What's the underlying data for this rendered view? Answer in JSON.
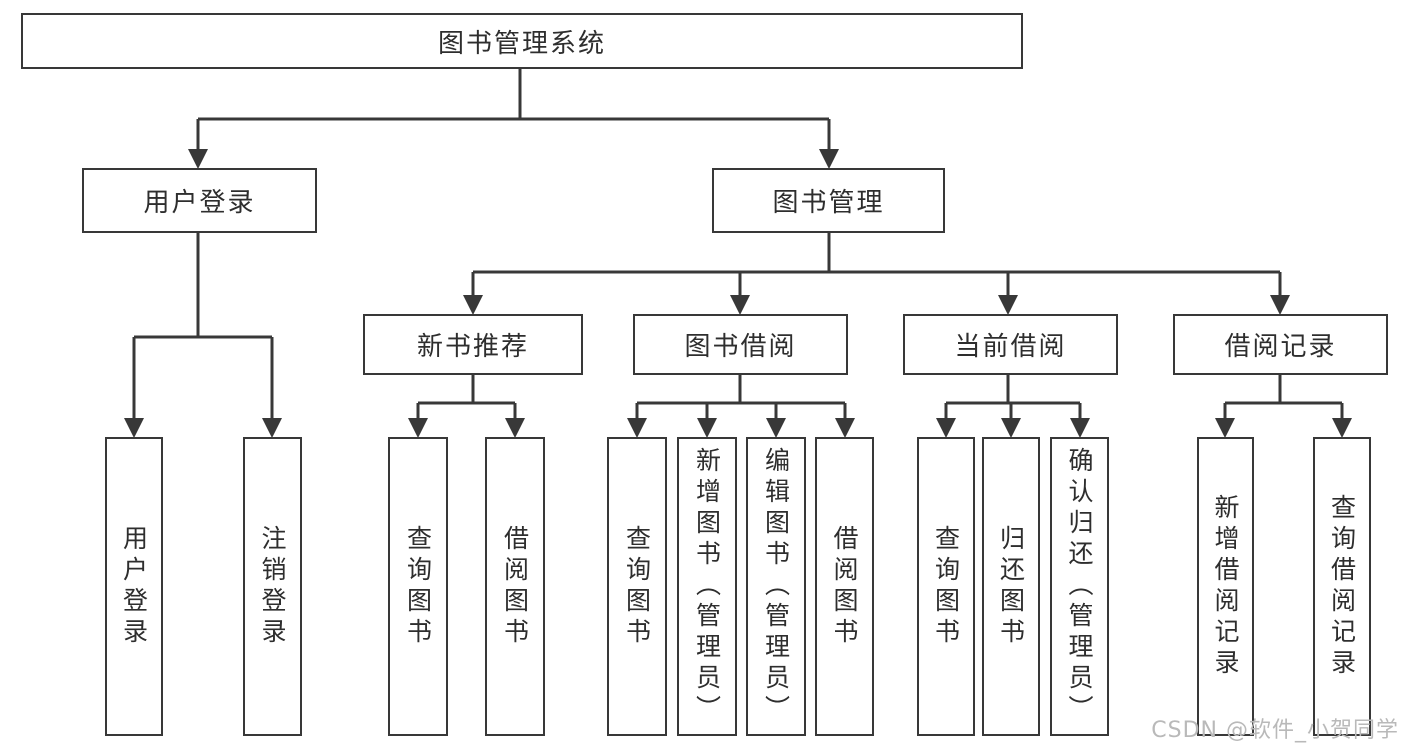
{
  "tree": {
    "root": {
      "label": "图书管理系统"
    },
    "login_branch": {
      "label": "用户登录",
      "children": [
        {
          "label": "用户登录"
        },
        {
          "label": "注销登录"
        }
      ]
    },
    "mgmt_branch": {
      "label": "图书管理",
      "sections": [
        {
          "label": "新书推荐",
          "children": [
            {
              "label": "查询图书"
            },
            {
              "label": "借阅图书"
            }
          ]
        },
        {
          "label": "图书借阅",
          "children": [
            {
              "label": "查询图书"
            },
            {
              "label": "新增图书（管理员）"
            },
            {
              "label": "编辑图书（管理员）"
            },
            {
              "label": "借阅图书"
            }
          ]
        },
        {
          "label": "当前借阅",
          "children": [
            {
              "label": "查询图书"
            },
            {
              "label": "归还图书"
            },
            {
              "label": "确认归还（管理员）"
            }
          ]
        },
        {
          "label": "借阅记录",
          "children": [
            {
              "label": "新增借阅记录"
            },
            {
              "label": "查询借阅记录"
            }
          ]
        }
      ]
    }
  },
  "watermark": {
    "text": "CSDN @软件_小贺同学"
  },
  "colors": {
    "line": "#383838",
    "text": "#2e2e2e",
    "watermark": "#b9b9b9",
    "background": "#ffffff"
  }
}
